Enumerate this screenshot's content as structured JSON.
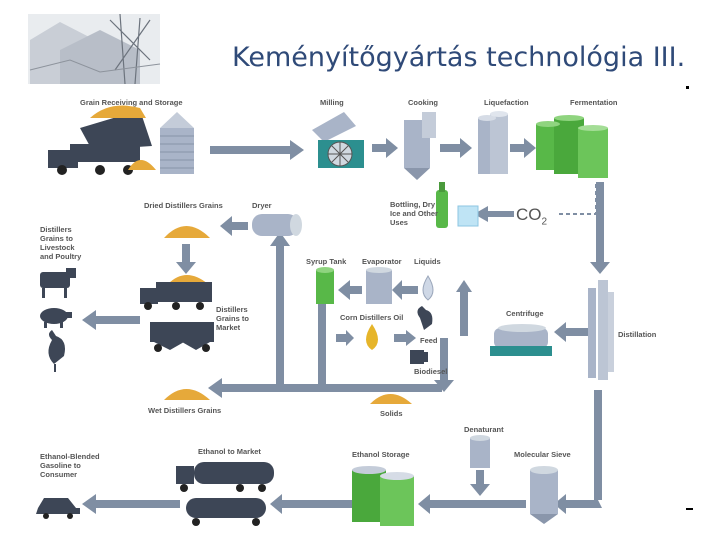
{
  "title": "Keményítőgyártás technológia III.",
  "labels": {
    "grain_receiving": "Grain Receiving and Storage",
    "milling": "Milling",
    "cooking": "Cooking",
    "liquefaction": "Liquefaction",
    "fermentation": "Fermentation",
    "dried_distillers_grains": "Dried Distillers Grains",
    "dryer": "Dryer",
    "bottling": "Bottling, Dry Ice and Other Uses",
    "co2": "CO",
    "co2_sub": "2",
    "livestock": "Distillers Grains to Livestock and Poultry",
    "syrup_tank": "Syrup Tank",
    "evaporator": "Evaporator",
    "liquids": "Liquids",
    "distillers_to_market": "Distillers Grains to Market",
    "corn_oil": "Corn Distillers Oil",
    "centrifuge": "Centrifuge",
    "feed": "Feed",
    "distillation": "Distillation",
    "biodiesel": "Biodiesel",
    "wet_distillers": "Wet Distillers Grains",
    "solids": "Solids",
    "denaturant": "Denaturant",
    "ethanol_to_market": "Ethanol to Market",
    "ethanol_storage": "Ethanol Storage",
    "molecular_sieve": "Molecular Sieve",
    "ethanol_blended": "Ethanol-Blended Gasoline to Consumer"
  },
  "colors": {
    "title": "#2f4a78",
    "arrow": "#7f8ea3",
    "tank_steel": "#a9b4c8",
    "tank_green": "#58b848",
    "truck": "#3d4656",
    "grain": "#e6a93a",
    "teal": "#2c8f8f"
  }
}
